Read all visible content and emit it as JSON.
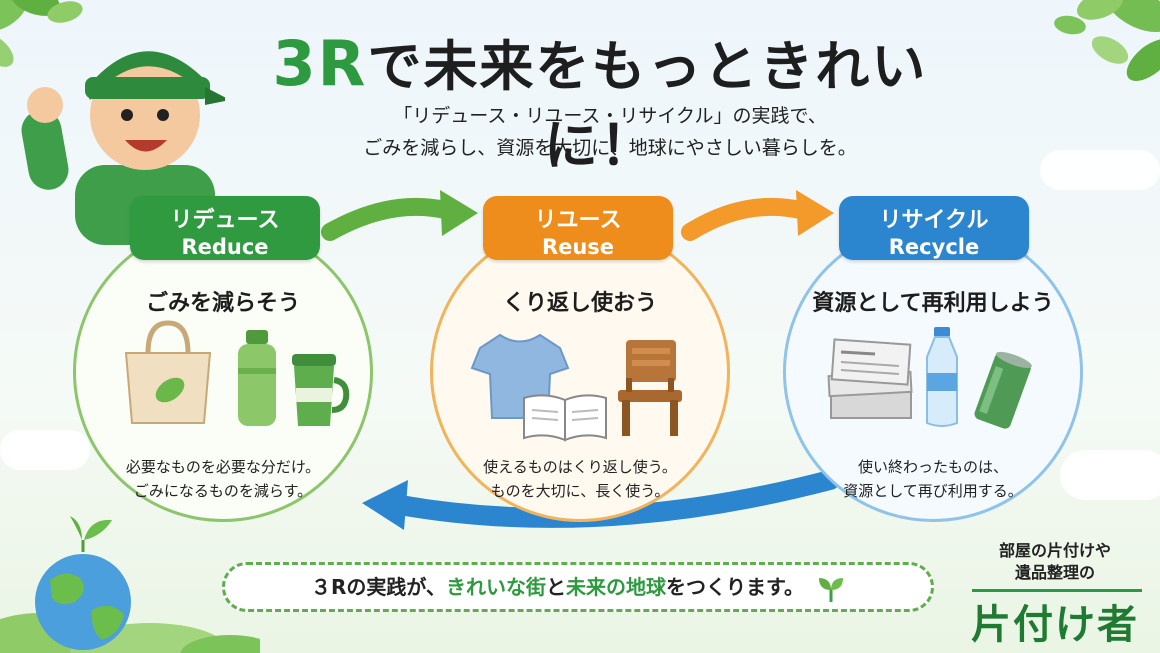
{
  "title_accent": "3R",
  "title_rest": "で未来をもっときれいに！",
  "subtitle_line1": "「リデュース・リユース・リサイクル」の実践で、",
  "subtitle_line2": "ごみを減らし、資源を大切に、地球にやさしい暮らしを。",
  "sections": [
    {
      "label_jp": "リデュース",
      "label_en": "Reduce",
      "heading": "ごみを減らそう",
      "desc_line1": "必要なものを必要な分だけ。",
      "desc_line2": "ごみになるものを減らす。",
      "color": "#2f9a3f"
    },
    {
      "label_jp": "リユース",
      "label_en": "Reuse",
      "heading": "くり返し使おう",
      "desc_line1": "使えるものはくり返し使う。",
      "desc_line2": "ものを大切に、長く使う。",
      "color": "#ee8c1c"
    },
    {
      "label_jp": "リサイクル",
      "label_en": "Recycle",
      "heading": "資源として再利用しよう",
      "desc_line1": "使い終わったものは、",
      "desc_line2": "資源として再び利用する。",
      "color": "#2b86cf"
    }
  ],
  "banner": {
    "part1": "３Rの実践が、",
    "part2": "きれいな街",
    "part3": "と",
    "part4": "未来の地球",
    "part5": "をつくります。"
  },
  "brand": {
    "sub_line1": "部屋の片付けや",
    "sub_line2": "遺品整理の",
    "name": "片付け者"
  },
  "icons": [
    "tote-bag-icon",
    "bottle-icon",
    "tumbler-icon",
    "tshirt-icon",
    "book-icon",
    "chair-icon",
    "newspaper-icon",
    "pet-bottle-icon",
    "can-icon",
    "sprout-icon",
    "globe-icon"
  ]
}
